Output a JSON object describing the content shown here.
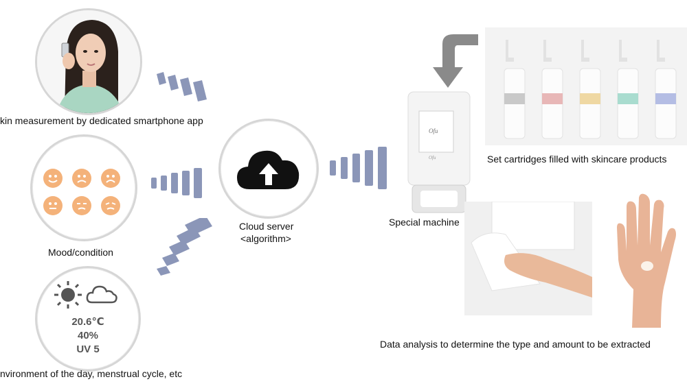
{
  "captions": {
    "skin": "kin measurement by dedicated smartphone app",
    "mood": "Mood/condition",
    "environment": "nvironment of the day, menstrual cycle, etc",
    "cloud_line1": "Cloud server",
    "cloud_line2": "<algorithm>",
    "machine": "Special machine",
    "cartridges": "Set cartridges filled with skincare products",
    "analysis": "Data analysis to determine the type and amount to be extracted"
  },
  "weather": {
    "temperature": "20.6℃",
    "humidity": "40%",
    "uv": "UV 5"
  },
  "icons": [
    "sun-icon",
    "cloud-icon",
    "cloud-upload-icon",
    "down-arrow-icon"
  ],
  "colors": {
    "wave": "#8b96b8",
    "face": "#f4b27a",
    "circle_border": "#d6d6d6",
    "cartridge_bands": [
      "#c9c9c9",
      "#e8b7b7",
      "#efd8a3",
      "#a9dccf",
      "#b4bde4"
    ]
  }
}
